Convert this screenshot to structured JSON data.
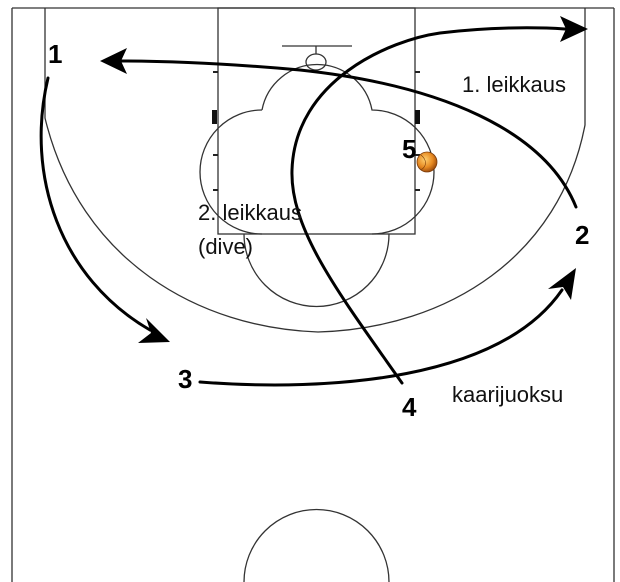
{
  "players": [
    {
      "id": "player-1",
      "number": "1"
    },
    {
      "id": "player-2",
      "number": "2"
    },
    {
      "id": "player-3",
      "number": "3"
    },
    {
      "id": "player-4",
      "number": "4"
    },
    {
      "id": "player-5",
      "number": "5"
    }
  ],
  "labels": {
    "cut_1": "1. leikkaus",
    "cut_2_line1": "2. leikkaus",
    "cut_2_line2": "(dive)",
    "arc_run": "kaarijuoksu"
  },
  "colors": {
    "lines": "#333333",
    "paths": "#000000",
    "ball": "#e07820"
  },
  "icons": {
    "ball": "basketball-icon"
  }
}
